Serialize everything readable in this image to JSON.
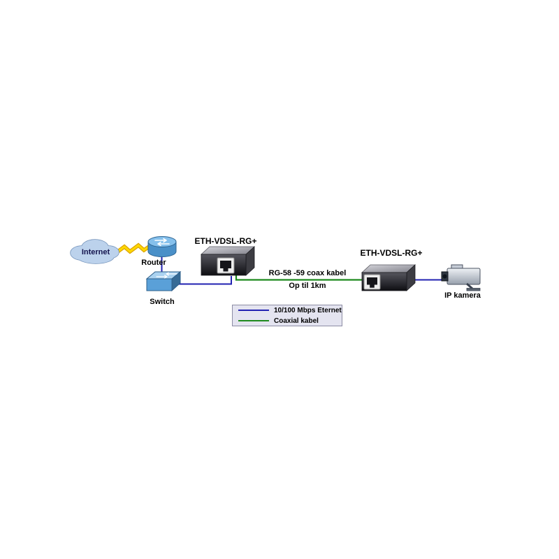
{
  "diagram": {
    "nodes": {
      "internet": {
        "label": "Internet"
      },
      "router": {
        "label": "Router"
      },
      "switch": {
        "label": "Switch"
      },
      "converter1": {
        "label": "ETH-VDSL-RG+"
      },
      "converter2": {
        "label": "ETH-VDSL-RG+"
      },
      "camera": {
        "label": "IP kamera"
      }
    },
    "links": {
      "coax": {
        "label_line1": "RG-58 -59 coax kabel",
        "label_line2": "Op til 1km"
      }
    },
    "legend": {
      "items": [
        {
          "label": "10/100 Mbps Eternet",
          "color": "#2222b2"
        },
        {
          "label": "Coaxial kabel",
          "color": "#1e8a1e"
        }
      ]
    },
    "colors": {
      "ethernet_line": "#2222b2",
      "coax_line": "#1e8a1e",
      "lightning": "#ffd800",
      "lightning_shadow": "#dca400",
      "cloud_fill": "#bcd2ec",
      "legend_bg": "#e4e4f0"
    }
  }
}
